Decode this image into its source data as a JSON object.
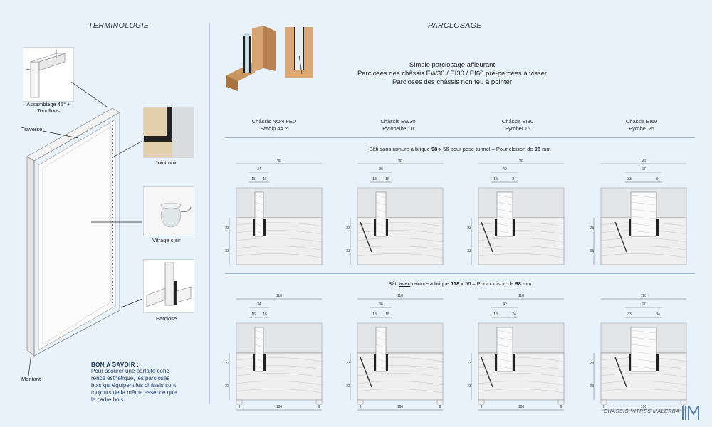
{
  "left": {
    "title": "TERMINOLOGIE",
    "labels": {
      "assemblage": "Assemblage 45° +\nTourillons",
      "traverse": "Traverse",
      "joint": "Joint noir",
      "vitrage": "Vitrage clair",
      "parclose": "Parclose",
      "montant": "Montant"
    },
    "note": {
      "title": "BON À SAVOIR :",
      "lines": [
        "Pour assurer une parfaite cohé-",
        "rence esthétique, les parcloses",
        "bois qui équipent les châssis sont",
        "toujours de la même essence que",
        "le cadre bois."
      ]
    }
  },
  "right": {
    "title": "PARCLOSAGE",
    "intro": [
      "Simple parclosage affleurant",
      "Parcloses des châssis EW30 / EI30 / EI60 pré-percées à visser",
      "Parcloses des châssis non feu à pointer"
    ],
    "columns": [
      {
        "line1": "Châssis NON FEU",
        "line2": "Stadip 44.2",
        "dims_top": [
          "34",
          "16",
          "16"
        ],
        "total": "98"
      },
      {
        "line1": "Châssis EW30",
        "line2": "Pyrobelite 10",
        "dims_top": [
          "36",
          "18",
          "18"
        ],
        "total": "98"
      },
      {
        "line1": "Châssis EI30",
        "line2": "Pyrobel 16",
        "dims_top": [
          "42",
          "18",
          "24"
        ],
        "total": "98"
      },
      {
        "line1": "Châssis EI60",
        "line2": "Pyrobel 25",
        "dims_top": [
          "67",
          "33",
          "34"
        ],
        "total": "98"
      }
    ],
    "row1": {
      "pre": "Bâti ",
      "u": "sans",
      "post": " rainure à brique ",
      "b1": "98",
      "mid": " x 56 pour pose tunnel – Pour cloison de ",
      "b2": "98",
      "end": " mm"
    },
    "row2": {
      "pre": "Bâti ",
      "u": "avec",
      "post": " rainure à brique ",
      "b1": "118",
      "mid": " x 56 – Pour cloison de ",
      "b2": "98",
      "end": " mm"
    },
    "row1_side": [
      "23",
      "33"
    ],
    "row2_side": [
      "23",
      "33"
    ],
    "row2_total": "118",
    "row2_bottom": [
      "9",
      "100",
      "9"
    ]
  },
  "footer": {
    "brand": "CHÂSSIS VITRÉS MALERBA",
    "logo": "M"
  }
}
